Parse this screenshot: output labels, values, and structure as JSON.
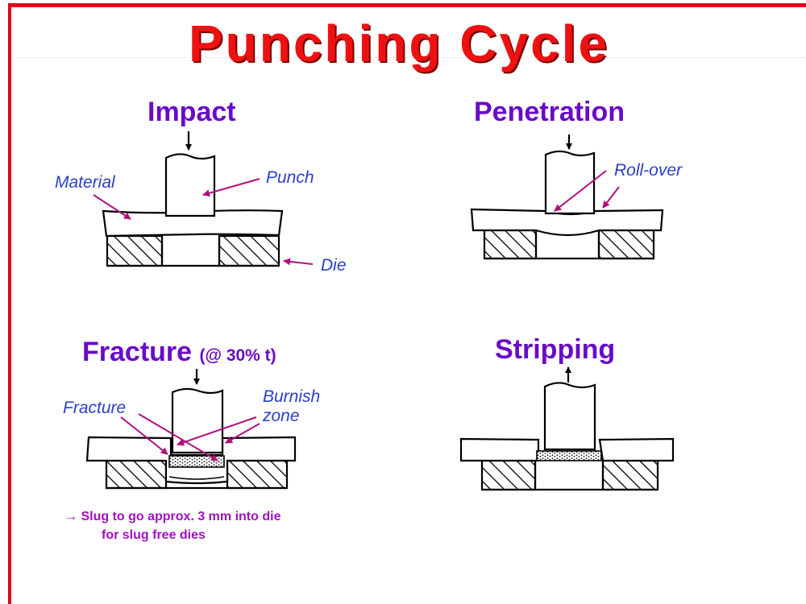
{
  "title": "Punching Cycle",
  "panels": {
    "impact": {
      "heading": "Impact",
      "labels": {
        "material": "Material",
        "punch": "Punch",
        "die": "Die"
      }
    },
    "penetration": {
      "heading": "Penetration",
      "labels": {
        "rollover": "Roll-over"
      }
    },
    "fracture": {
      "heading": "Fracture",
      "heading_sub": "(@ 30% t)",
      "labels": {
        "fracture": "Fracture",
        "burnish_line1": "Burnish",
        "burnish_line2": "zone"
      }
    },
    "stripping": {
      "heading": "Stripping"
    }
  },
  "note": {
    "arrow": "→",
    "line1": "Slug to go approx. 3 mm into die",
    "line2": "for slug free dies"
  },
  "colors": {
    "title": "#ee1111",
    "frame": "#e3001b",
    "heading": "#6a0ac8",
    "label": "#2a3fc9",
    "leader": "#b0107a",
    "note": "#a010c0"
  }
}
